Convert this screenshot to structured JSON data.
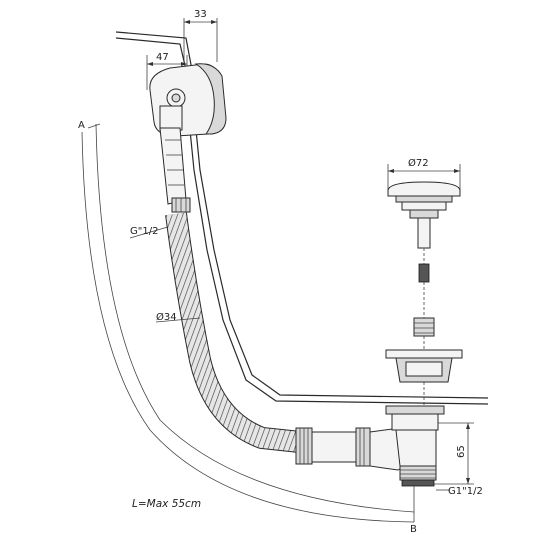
{
  "labels": {
    "dim_top": "33",
    "dim_overflow": "47",
    "dim_cap": "Ø72",
    "thread_overflow": "G\"1/2",
    "hose_dia": "Ø34",
    "dim_height": "65",
    "thread_outlet": "G1\"1/2",
    "length": "L=Max  55cm",
    "marker_a": "A",
    "marker_b": "B"
  }
}
